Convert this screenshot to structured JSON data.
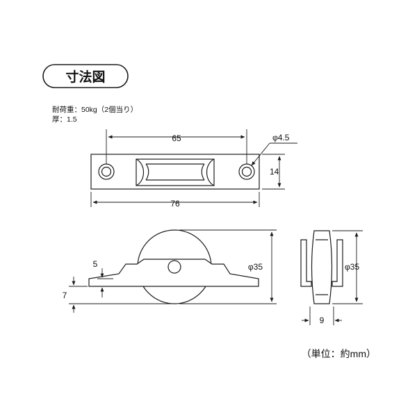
{
  "title": "寸法図",
  "specs": {
    "load": "耐荷重：50kg（2個当り）",
    "thickness": "厚：1.5"
  },
  "top_view": {
    "hole_spacing": "65",
    "hole_diameter": "φ4.5",
    "height": "14",
    "length": "76"
  },
  "side_view": {
    "flange_height": "5",
    "base_height": "7",
    "wheel_diameter": "φ35"
  },
  "end_view": {
    "wheel_diameter": "φ35",
    "width": "9"
  },
  "unit_note": "（単位：約mm）",
  "colors": {
    "line": "#1a1a1a",
    "background": "#ffffff"
  }
}
